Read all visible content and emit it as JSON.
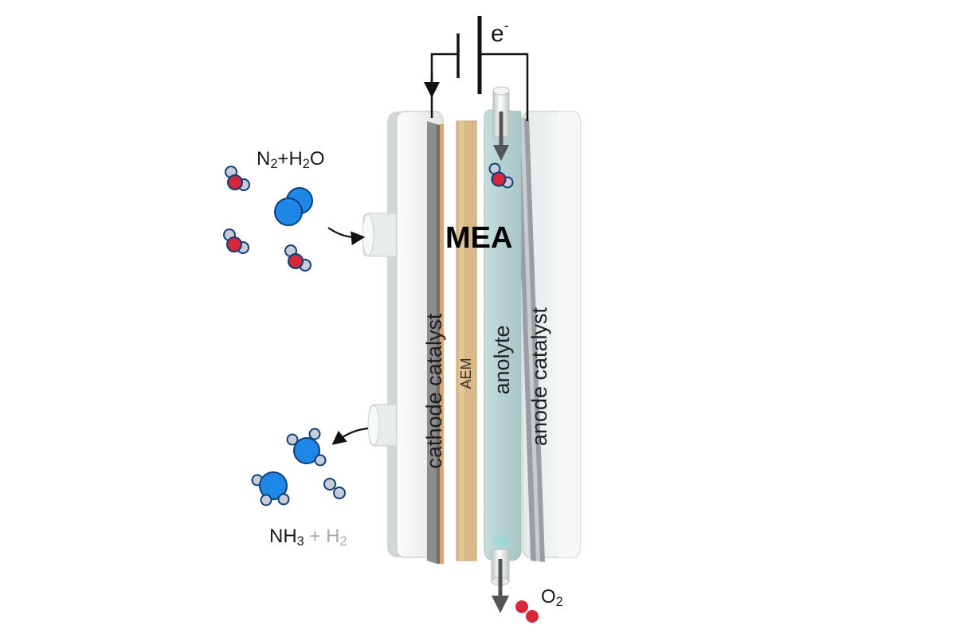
{
  "labels": {
    "electron": "e",
    "electron_sup": "-",
    "reactants_n": "N",
    "reactants_sub1": "2",
    "reactants_plus": "+H",
    "reactants_sub2": "2",
    "reactants_o": "O",
    "mea": "MEA",
    "cathode_catalyst": "cathode catalyst",
    "aem": "AEM",
    "anolyte": "anolyte",
    "anode_catalyst": "anode catalyst",
    "product_nh": "NH",
    "product_nh_sub": "3",
    "product_plus": " + H",
    "product_h_sub": "2",
    "oxygen": "O",
    "oxygen_sub": "2"
  },
  "colors": {
    "nitrogen": "#1f87e6",
    "oxygen_atom": "#d6283c",
    "hydrogen": "#c7ccd6",
    "atom_outline": "#0d3f7a",
    "plate": "#edf0ef",
    "plate_side": "#c9cfcd",
    "membrane": "#d9b882",
    "anolyte": "#b9d4d4",
    "catalyst": "#8c8c8c",
    "h2_label": "#a9a9a9"
  },
  "icons": [
    "battery-icon",
    "water-molecule-icon",
    "nitrogen-molecule-icon",
    "ammonia-molecule-icon",
    "hydrogen-molecule-icon",
    "oxygen-molecule-icon",
    "flow-arrow-icon"
  ]
}
